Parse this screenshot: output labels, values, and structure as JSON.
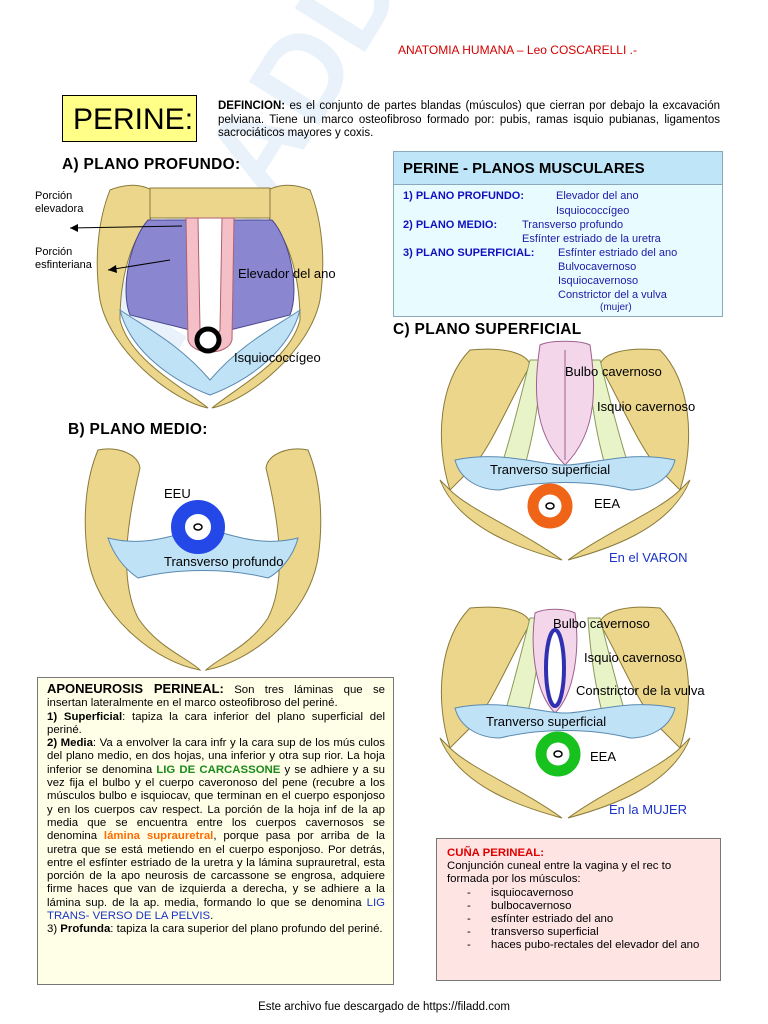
{
  "header": "ANATOMIA HUMANA – Leo COSCARELLI .-",
  "title": "PERINE:",
  "definition": {
    "label": "DEFINCION:",
    "text": " es el conjunto de partes blandas (músculos) que cierran por debajo la excavación pelviana.  Tiene un marco osteofibroso formado por:  pubis, ramas isquio pubianas, ligamentos sacrociáticos mayores y coxis."
  },
  "watermark": "FILADD.COM",
  "plano_profundo": {
    "heading": "A) PLANO PROFUNDO:",
    "label_porcion_elevadora": "Porción elevadora",
    "label_porcion_esfinteriana": "Porción esfinteriana",
    "label_elevador": "Elevador del ano",
    "label_isquio": "Isquiococcígeo"
  },
  "plano_medio": {
    "heading": "B) PLANO MEDIO:",
    "label_eeu": "EEU",
    "label_transverso": "Transverso profundo"
  },
  "plano_superficial": {
    "heading": "C) PLANO SUPERFICIAL",
    "varon": {
      "label_bulbo": "Bulbo cavernoso",
      "label_isquio": "Isquio  cavernoso",
      "label_transverso": "Tranverso superficial",
      "label_eea": "EEA",
      "caption": "En el VARON"
    },
    "mujer": {
      "label_bulbo": "Bulbo cavernoso",
      "label_isquio": "Isquio  cavernoso",
      "label_constrictor": "Constrictor de la vulva",
      "label_transverso": "Tranverso superficial",
      "label_eea": "EEA",
      "caption": "En la MUJER"
    }
  },
  "planos_box": {
    "title": "PERINE  - PLANOS MUSCULARES",
    "p1_label": "1) PLANO PROFUNDO:",
    "p1_a": "Elevador del ano",
    "p1_b": "Isquiococcígeo",
    "p2_label": "2) PLANO MEDIO:",
    "p2_a": "Transverso profundo",
    "p2_b": "Esfínter estriado de la uretra",
    "p3_label": "3) PLANO SUPERFICIAL:",
    "p3_a": "Esfínter estriado del ano",
    "p3_b": "Bulvocavernoso",
    "p3_c": "Isquiocavernoso",
    "p3_d": "Constrictor del a vulva",
    "p3_e": "(mujer)"
  },
  "aponeurosis": {
    "title": "APONEUROSIS PERINEAL:",
    "intro": "  Son tres láminas que se insertan lateralmente en el marco osteofibroso del periné.",
    "s1_num": "1) ",
    "s1_label": "Superficial",
    "s1_text": ": tapiza la cara inferior del plano superficial del periné.",
    "s2_num": "2) ",
    "s2_label": "Media",
    "s2_text_a": ": Va a envolver la cara infr y la cara sup de los mús culos del plano medio, en dos hojas, una inferior y otra sup rior. La hoja inferior se denomina ",
    "lig_carcassone": "LIG DE CARCASSONE",
    "s2_text_b": " y se adhiere y a su vez fija el bulbo y el cuerpo caveronoso del pene (recubre a los músculos bulbo e isquiocav, que terminan en el cuerpo esponjoso y en los cuerpos cav respect.  La porción de la hoja inf de la ap media que se encuentra entre los cuerpos cavernosos se denomina ",
    "lamina": "lámina suprauretral",
    "s2_text_c": ", porque pasa por arriba de la uretra que se está metiendo en el cuerpo esponjoso. Por detrás, entre el esfínter estriado de la uretra y la lámina suprauretral, esta porción de la apo neurosis de carcassone se engrosa, adquiere firme haces que van de izquierda a derecha, y se adhiere a la lámina sup. de la ap. media,    formando lo que se denomina ",
    "lig_transverso": "LIG TRANS- VERSO DE LA PELVIS",
    "s2_end": ".",
    "s3_num": "3) ",
    "s3_label": "Profunda",
    "s3_text": ": tapiza la cara superior del plano profundo del periné."
  },
  "cuna": {
    "title": "CUÑA PERINEAL:",
    "text": "Conjunción cuneal entre la vagina y el rec to formada por los músculos:",
    "items": [
      "isquiocavernoso",
      "bulbocavernoso",
      "esfínter estriado del ano",
      "transverso superficial",
      "haces pubo-rectales del elevador del ano"
    ]
  },
  "footer": "Este archivo fue descargado de https://filadd.com",
  "colors": {
    "bone": "#ecd68c",
    "bone_stroke": "#8a7a3a",
    "muscle_purple": "#8a86d0",
    "pink": "#f4bfc6",
    "light_blue": "#bfe2f6",
    "eeu_blue": "#2448e8",
    "eea_orange": "#f06418",
    "eea_green": "#18c21e",
    "header_red": "#d40000"
  }
}
